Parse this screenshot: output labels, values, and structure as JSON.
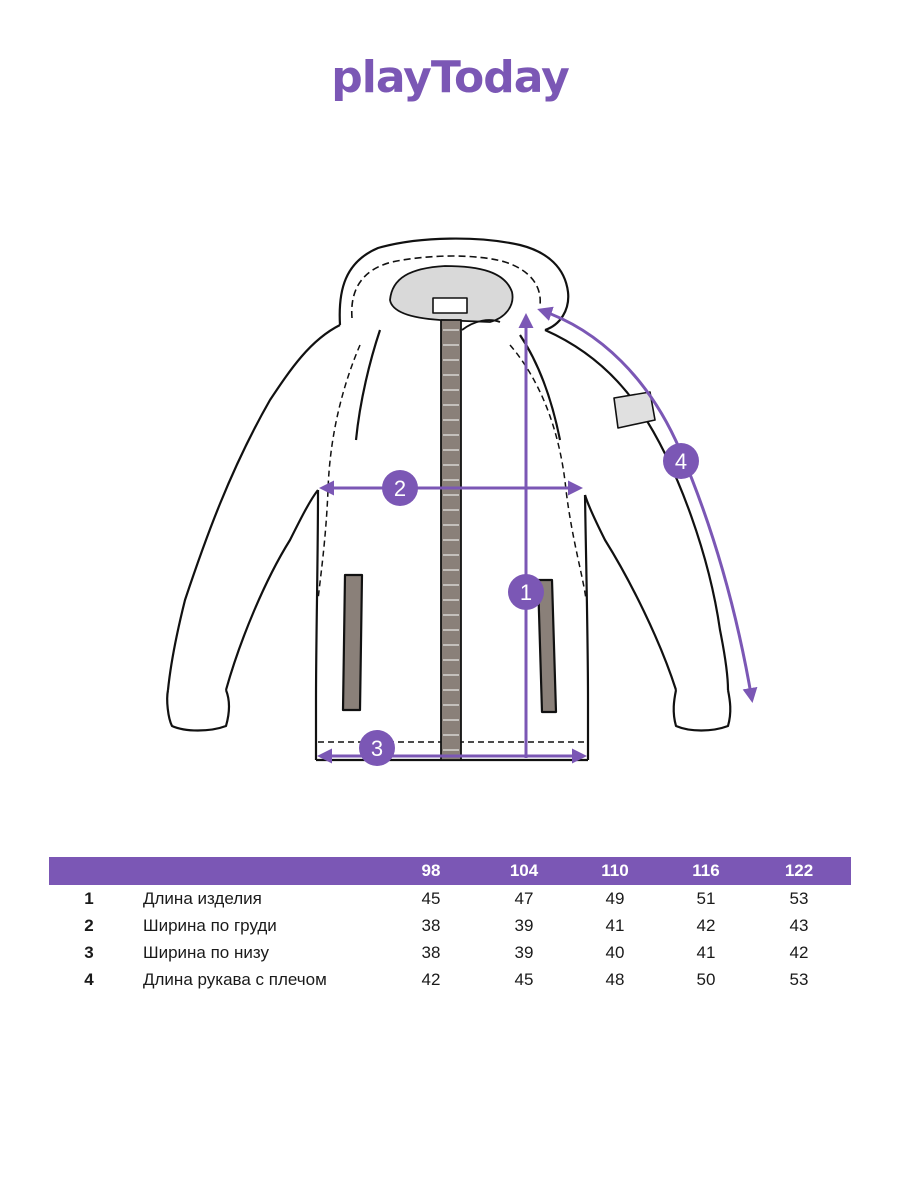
{
  "brand": {
    "name": "playToday",
    "color": "#7b57b5"
  },
  "markers": [
    "1",
    "2",
    "3",
    "4"
  ],
  "table": {
    "sizes": [
      "98",
      "104",
      "110",
      "116",
      "122"
    ],
    "rows": [
      {
        "num": "1",
        "label": "Длина изделия",
        "values": [
          "45",
          "47",
          "49",
          "51",
          "53"
        ]
      },
      {
        "num": "2",
        "label": "Ширина по груди",
        "values": [
          "38",
          "39",
          "41",
          "42",
          "43"
        ]
      },
      {
        "num": "3",
        "label": "Ширина по низу",
        "values": [
          "38",
          "39",
          "40",
          "41",
          "42"
        ]
      },
      {
        "num": "4",
        "label": "Длина рукава с плечом",
        "values": [
          "42",
          "45",
          "48",
          "50",
          "53"
        ]
      }
    ]
  }
}
